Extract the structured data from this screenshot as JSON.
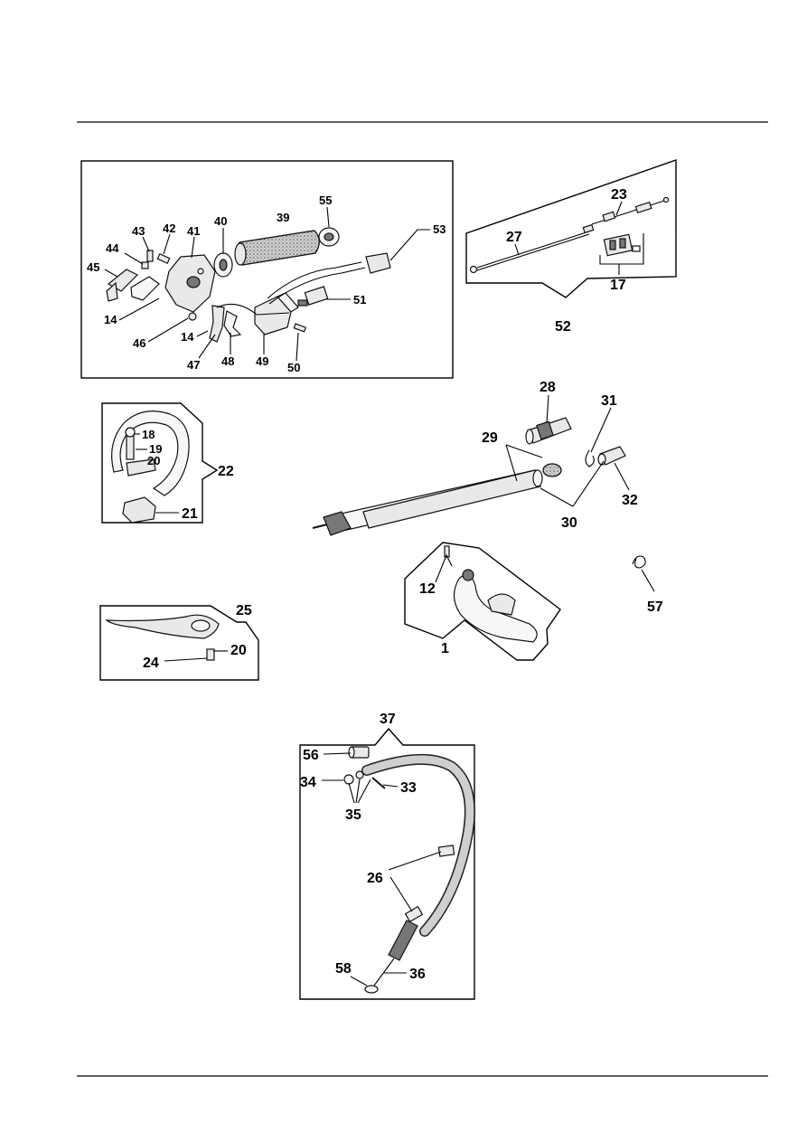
{
  "callouts": {
    "n1": "1",
    "n12": "12",
    "n14a": "14",
    "n14b": "14",
    "n17": "17",
    "n18": "18",
    "n19": "19",
    "n20a": "20",
    "n20b": "20",
    "n21": "21",
    "n22": "22",
    "n23": "23",
    "n24": "24",
    "n25": "25",
    "n26": "26",
    "n27": "27",
    "n28": "28",
    "n29": "29",
    "n30": "30",
    "n31": "31",
    "n32": "32",
    "n33": "33",
    "n34": "34",
    "n35": "35",
    "n36": "36",
    "n37": "37",
    "n39": "39",
    "n40": "40",
    "n41": "41",
    "n42": "42",
    "n43": "43",
    "n44": "44",
    "n45": "45",
    "n46": "46",
    "n47": "47",
    "n48": "48",
    "n49": "49",
    "n50": "50",
    "n51": "51",
    "n52": "52",
    "n53": "53",
    "n55": "55",
    "n56": "56",
    "n57": "57",
    "n58": "58"
  }
}
